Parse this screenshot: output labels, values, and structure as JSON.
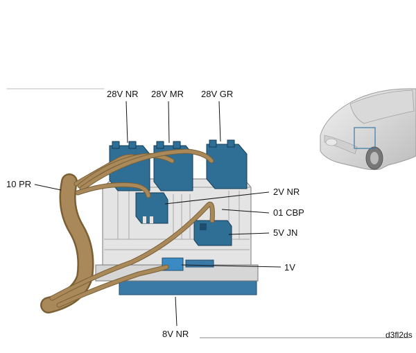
{
  "connectors": {
    "c28v_nr": "28V NR",
    "c28v_mr": "28V MR",
    "c28v_gr": "28V GR",
    "c10_pr": "10 PR",
    "c2v_nr": "2V NR",
    "c01_cbp": "01 CBP",
    "c5v_jn": "5V JN",
    "c1v": "1V",
    "c8v_nr": "8V NR"
  },
  "figure_ref": "d3fl2ds",
  "colors": {
    "connector_blue": "#2f6f96",
    "harness_tan": "#a9895a",
    "housing_grey": "#e4e4e4",
    "base_blue": "#3a7aa6"
  }
}
